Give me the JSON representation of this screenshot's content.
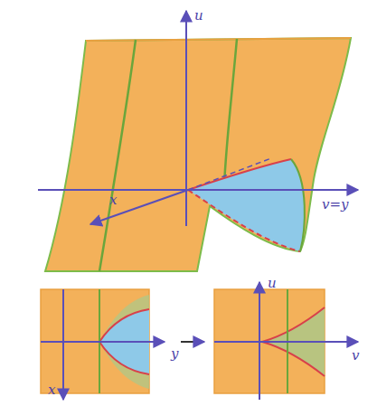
{
  "diagram": {
    "labels": [
      "u",
      "v=y",
      "x",
      "y",
      "x",
      "u",
      "v"
    ]
  }
}
